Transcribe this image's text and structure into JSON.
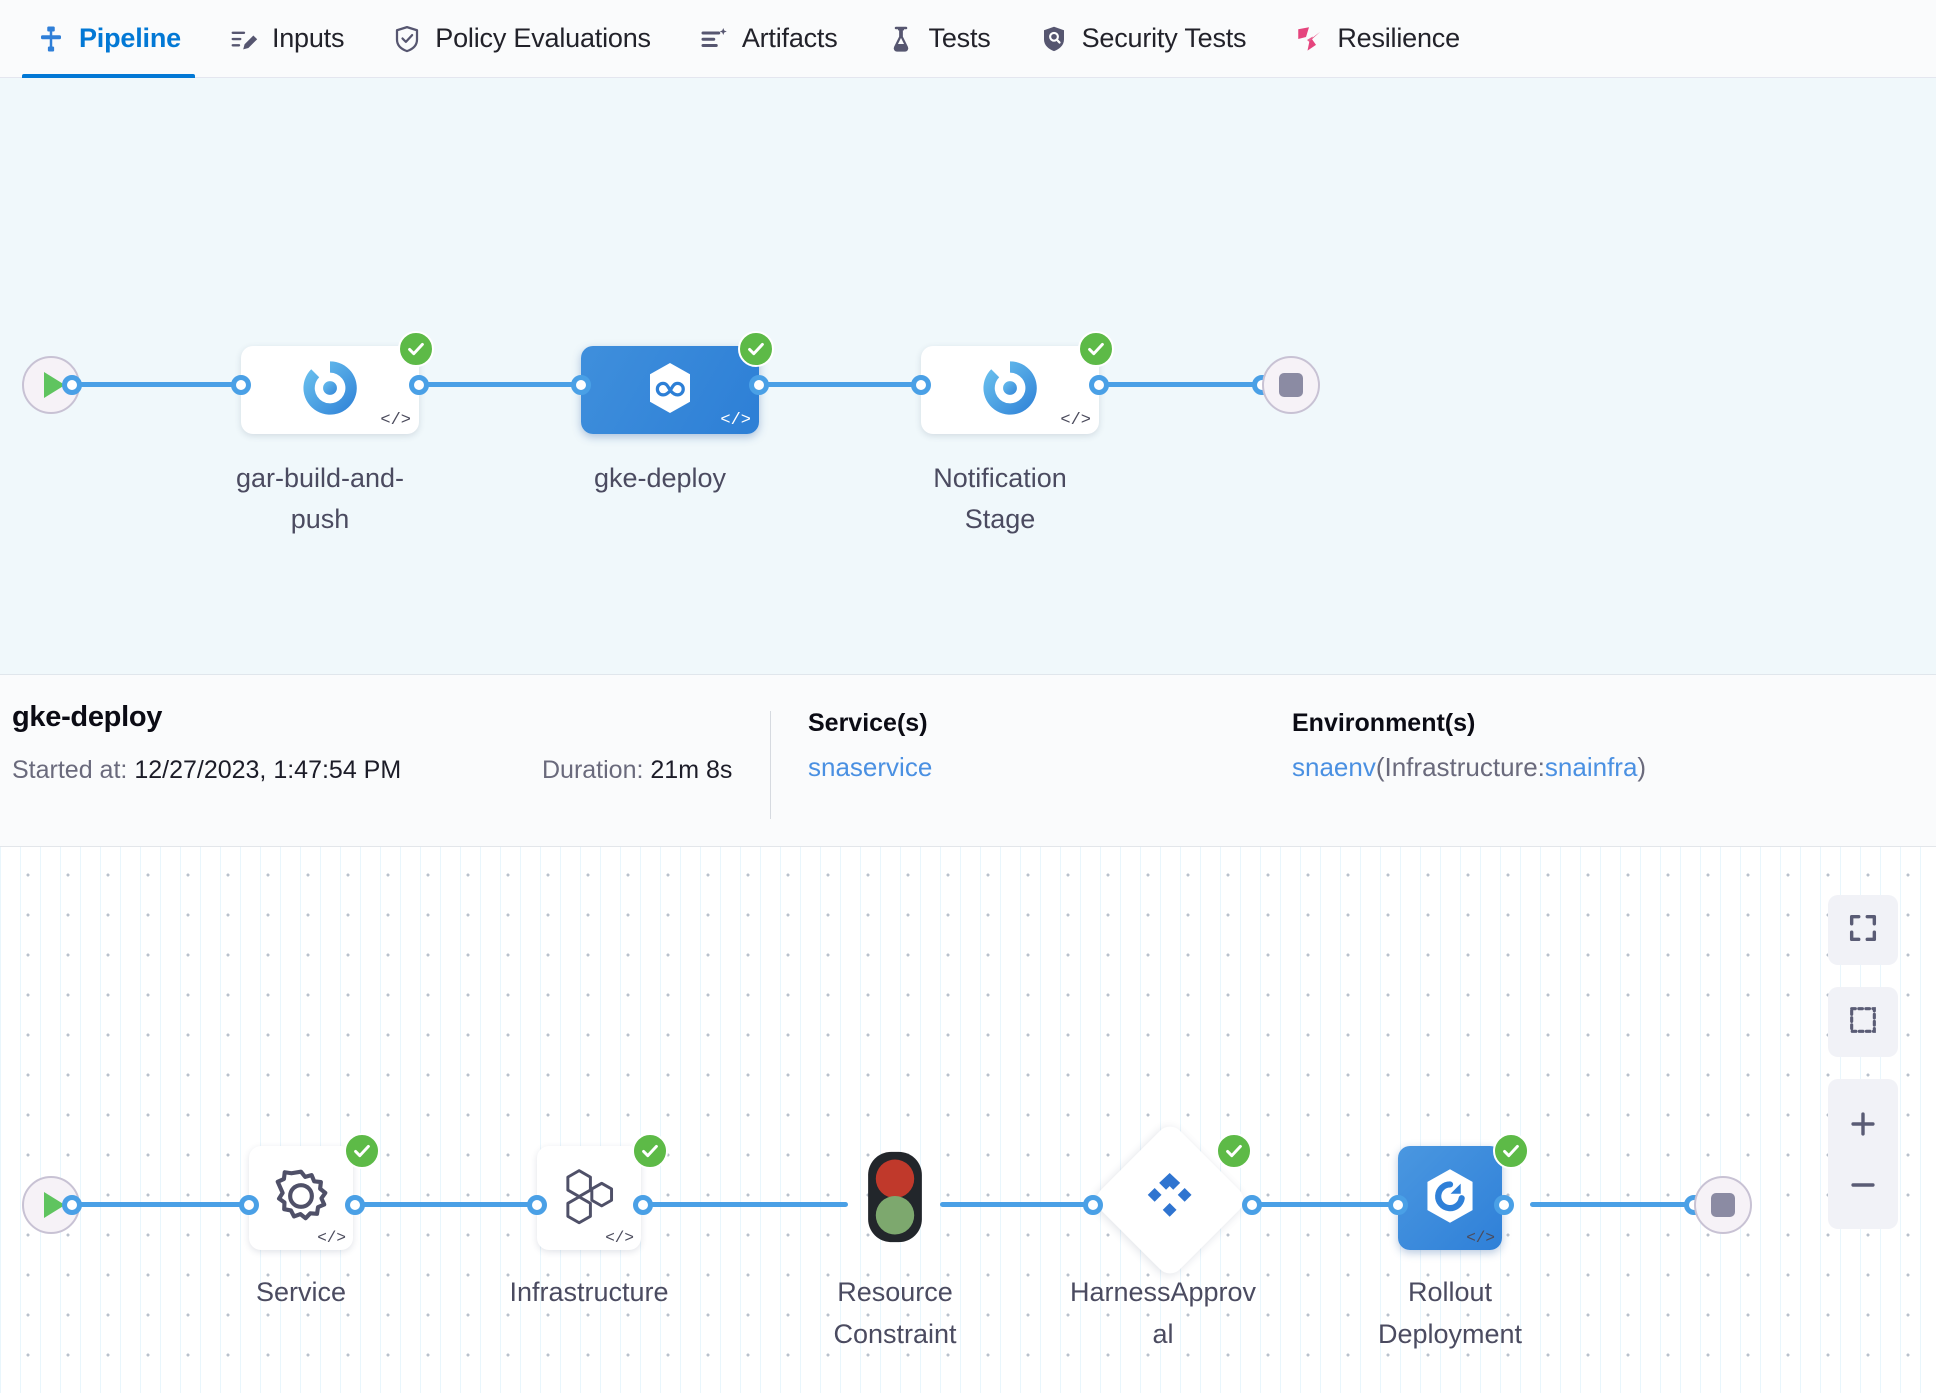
{
  "tabs": [
    {
      "label": "Pipeline",
      "icon": "pipeline-icon",
      "active": true
    },
    {
      "label": "Inputs",
      "icon": "inputs-icon",
      "active": false
    },
    {
      "label": "Policy Evaluations",
      "icon": "policy-shield-icon",
      "active": false
    },
    {
      "label": "Artifacts",
      "icon": "artifacts-icon",
      "active": false
    },
    {
      "label": "Tests",
      "icon": "flask-icon",
      "active": false
    },
    {
      "label": "Security Tests",
      "icon": "security-shield-icon",
      "active": false
    },
    {
      "label": "Resilience",
      "icon": "resilience-icon",
      "active": false
    }
  ],
  "pipeline": {
    "start_icon": "play-icon",
    "end_icon": "stop-icon",
    "stages": [
      {
        "label_line1": "gar-build-and-",
        "label_line2": "push",
        "icon": "harness-ci-icon",
        "status": "success",
        "selected": false,
        "code_tag": "</>"
      },
      {
        "label_line1": "gke-deploy",
        "label_line2": "",
        "icon": "harness-cd-icon",
        "status": "success",
        "selected": true,
        "code_tag": "</>"
      },
      {
        "label_line1": "Notification",
        "label_line2": "Stage",
        "icon": "harness-ci-icon",
        "status": "success",
        "selected": false,
        "code_tag": "</>"
      }
    ]
  },
  "details": {
    "title": "gke-deploy",
    "started_label": "Started at:",
    "started_value": "12/27/2023, 1:47:54 PM",
    "duration_label": "Duration:",
    "duration_value": "21m 8s",
    "service_heading": "Service(s)",
    "service_value": "snaservice",
    "environment_heading": "Environment(s)",
    "environment_name": "snaenv",
    "environment_infra_prefix": "(Infrastructure:",
    "environment_infra_name": "snainfra",
    "environment_infra_suffix": ")"
  },
  "execution": {
    "start_icon": "play-icon",
    "end_icon": "stop-icon",
    "steps": [
      {
        "label_line1": "Service",
        "label_line2": "",
        "icon": "gear-icon",
        "status": "success",
        "shape": "card",
        "selected": false,
        "code_tag": "</>"
      },
      {
        "label_line1": "Infrastructure",
        "label_line2": "",
        "icon": "hex-cluster-icon",
        "status": "success",
        "shape": "card",
        "selected": false,
        "code_tag": "</>"
      },
      {
        "label_line1": "Resource",
        "label_line2": "Constraint",
        "icon": "traffic-light-icon",
        "status": "none",
        "shape": "bare",
        "selected": false,
        "code_tag": ""
      },
      {
        "label_line1": "HarnessApprov",
        "label_line2": "al",
        "icon": "harness-approval-icon",
        "status": "success",
        "shape": "diamond",
        "selected": false,
        "code_tag": ""
      },
      {
        "label_line1": "Rollout",
        "label_line2": "Deployment",
        "icon": "rollout-icon",
        "status": "success",
        "shape": "card",
        "selected": true,
        "code_tag": "</>"
      }
    ],
    "controls": [
      {
        "name": "fit-to-screen-button",
        "icon": "fit-screen-icon"
      },
      {
        "name": "selection-box-button",
        "icon": "dashed-select-icon"
      },
      {
        "name": "zoom-in-button",
        "icon": "plus-icon"
      },
      {
        "name": "zoom-out-button",
        "icon": "minus-icon"
      }
    ]
  },
  "colors": {
    "accent_blue": "#0278d5",
    "edge_blue": "#4aa0e6",
    "success_green": "#5dba47",
    "link_blue": "#4a90e2",
    "resilience_pink": "#e5447d",
    "canvas_top": "#f0f8fb"
  }
}
